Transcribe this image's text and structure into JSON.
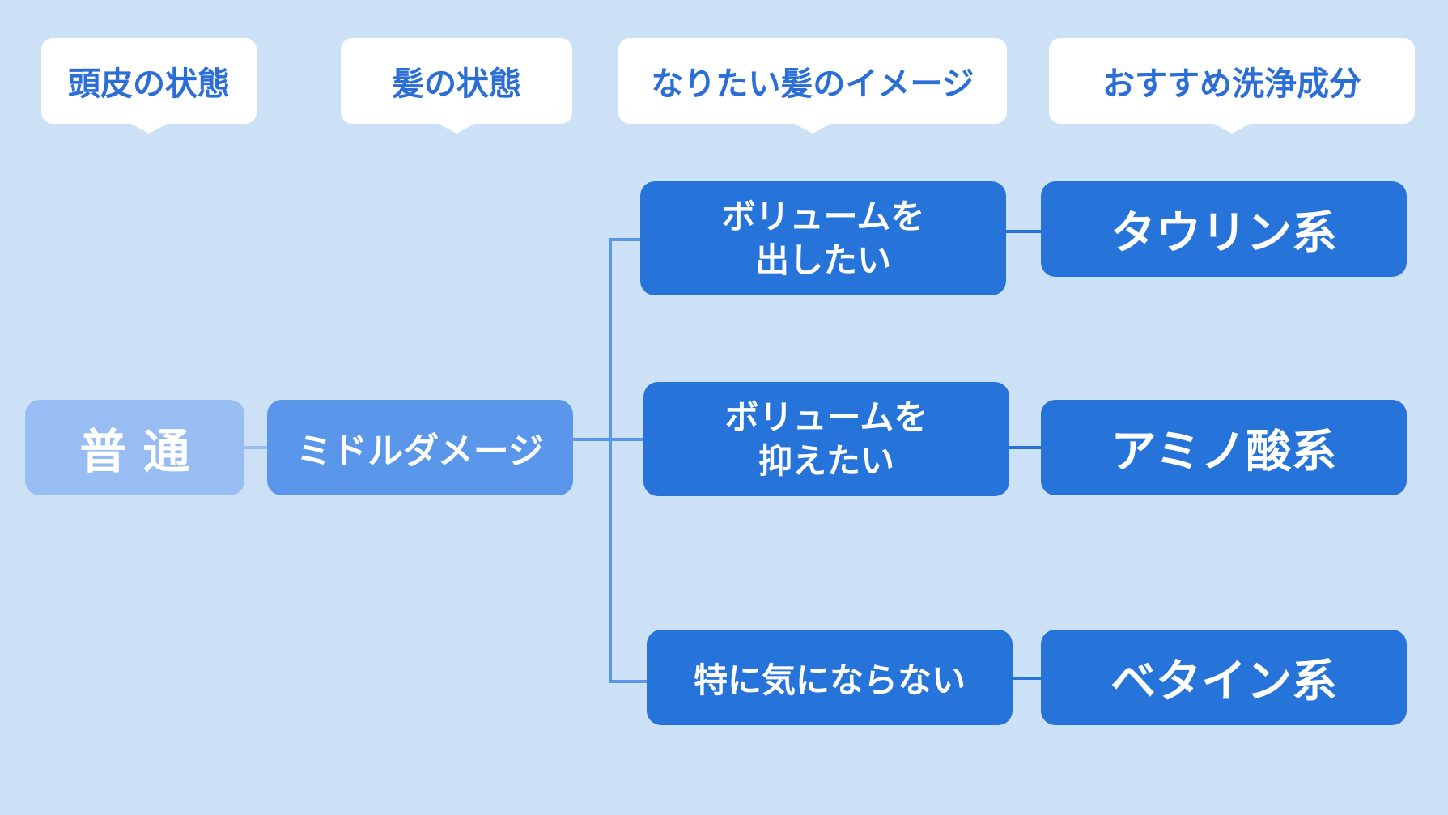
{
  "headers": {
    "scalp": "頭皮の状態",
    "hair": "髪の状態",
    "ideal": "なりたい髪のイメージ",
    "cleanser": "おすすめ洗浄成分"
  },
  "nodes": {
    "scalp_normal": "普 通",
    "hair_middle_damage": "ミドルダメージ",
    "ideal_volume_up": [
      "ボリュームを",
      "出したい"
    ],
    "ideal_volume_down": [
      "ボリュームを",
      "抑えたい"
    ],
    "ideal_no_concern": "特に気にならない",
    "cleanser_taurine": "タウリン系",
    "cleanser_amino": "アミノ酸系",
    "cleanser_betaine": "ベタイン系"
  },
  "colors": {
    "background": "#cce1f5",
    "header_text": "#2b6fd6",
    "scalp_node": "#97bdf2",
    "hair_node": "#5a97ea",
    "result_node": "#2673d9",
    "connector_light": "#97bdf2",
    "connector_mid": "#5a97ea",
    "connector_dark": "#2673d9"
  }
}
